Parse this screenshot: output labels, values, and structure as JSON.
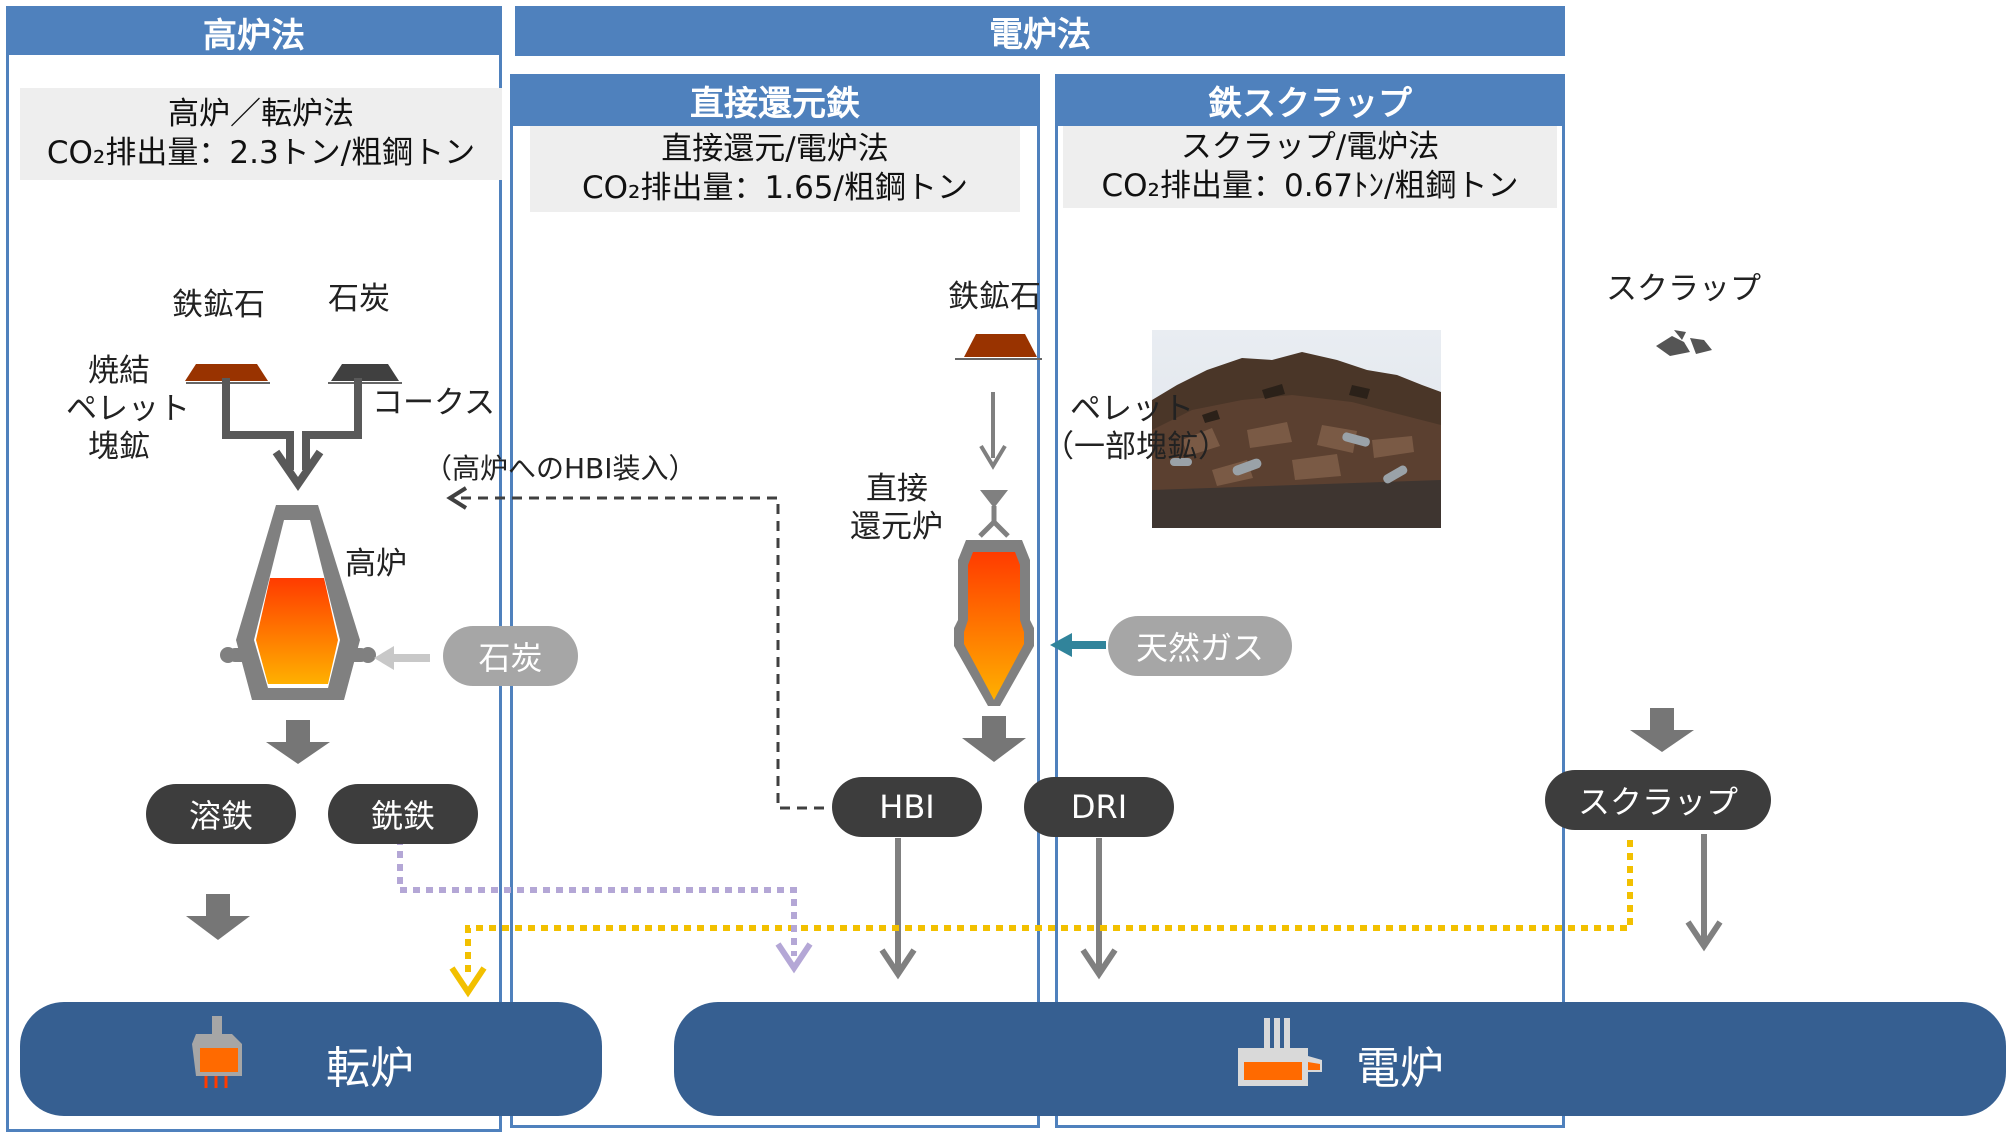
{
  "headers": {
    "blast": "高炉法",
    "eaf": "電炉法",
    "dri": "直接還元鉄",
    "scrap": "鉄スクラップ"
  },
  "boxes": {
    "blast": {
      "line1": "高炉／転炉法",
      "line2": "CO₂排出量：2.3トン/粗鋼トン"
    },
    "dri": {
      "line1": "直接還元/電炉法",
      "line2": "CO₂排出量：1.65/粗鋼トン"
    },
    "scrap": {
      "line1": "スクラップ/電炉法",
      "line2": "CO₂排出量：0.67ﾄﾝ/粗鋼トン"
    }
  },
  "blast_section": {
    "iron_ore": "鉄鉱石",
    "coal": "石炭",
    "left_label_1": "焼結",
    "left_label_2": "ペレット",
    "left_label_3": "塊鉱",
    "coke": "コークス",
    "hbi_note": "（高炉へのHBI装入）",
    "blast_furnace": "高炉",
    "coal_input": "石炭",
    "molten_iron": "溶鉄",
    "pig_iron": "銑鉄",
    "converter": "転炉"
  },
  "dri_section": {
    "iron_ore": "鉄鉱石",
    "pellet_1": "ペレット",
    "pellet_2": "（一部塊鉱）",
    "furnace_1": "直接",
    "furnace_2": "還元炉",
    "natural_gas": "天然ガス",
    "hbi": "HBI",
    "dri": "DRI"
  },
  "scrap_section": {
    "scrap_label": "スクラップ",
    "scrap_pill": "スクラップ",
    "eaf": "電炉"
  },
  "colors": {
    "header_blue": "#4f81bd",
    "base_blue": "#365f91",
    "ore_brown": "#993300",
    "coal_dark": "#404040",
    "dark_pill": "#3d3d3d",
    "gray_pill": "#a6a6a6",
    "dotted_yellow": "#f2c000",
    "dotted_purple": "#b4a7d6",
    "gas_arrow": "#31849b"
  }
}
